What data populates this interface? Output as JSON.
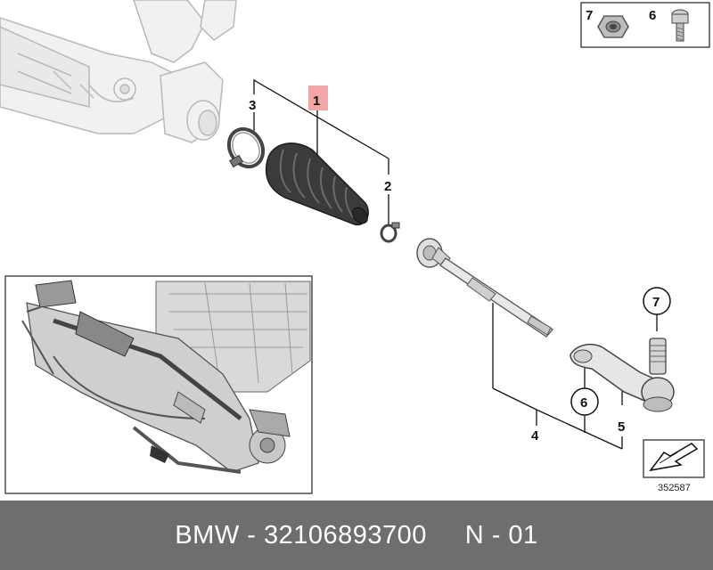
{
  "labels": {
    "boot": "1",
    "clamp_small": "2",
    "clamp_large": "3",
    "tie_rod": "4",
    "tie_rod_end": "5",
    "nut": "6",
    "bolt": "7"
  },
  "legend": {
    "nut_key": "7",
    "bolt_key": "6"
  },
  "image_number": "352587",
  "footer": {
    "brand": "BMW",
    "sep1": " - ",
    "part_number": "32106893700",
    "gap": "     ",
    "ref": "N - 01"
  },
  "colors": {
    "highlight": "#f2a7a7",
    "footer_bg": "#6e6e6e"
  }
}
